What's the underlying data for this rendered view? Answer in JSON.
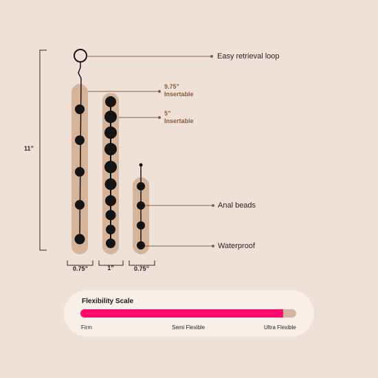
{
  "callouts": {
    "loop": "Easy retrieval loop",
    "insert_long_value": "9.75”",
    "insert_long_label": "Insertable",
    "insert_short_value": "5”",
    "insert_short_label": "Insertable",
    "beads": "Anal beads",
    "waterproof": "Waterproof"
  },
  "dimensions": {
    "total_length": "11”",
    "width_left": "0.75”",
    "width_middle": "1”",
    "width_right": "0.75”"
  },
  "flexibility": {
    "title": "Flexibility Scale",
    "level": 0.94,
    "labels": [
      "Firm",
      "Semi Flexible",
      "Ultra Flexible"
    ],
    "fill_color": "#ff0a6c",
    "track_color": "#d4b3a0"
  },
  "colors": {
    "background": "#f0e1d8",
    "highlight": "#d6b49a",
    "bead": "#141414",
    "callout_brown": "#8a5a3c"
  }
}
